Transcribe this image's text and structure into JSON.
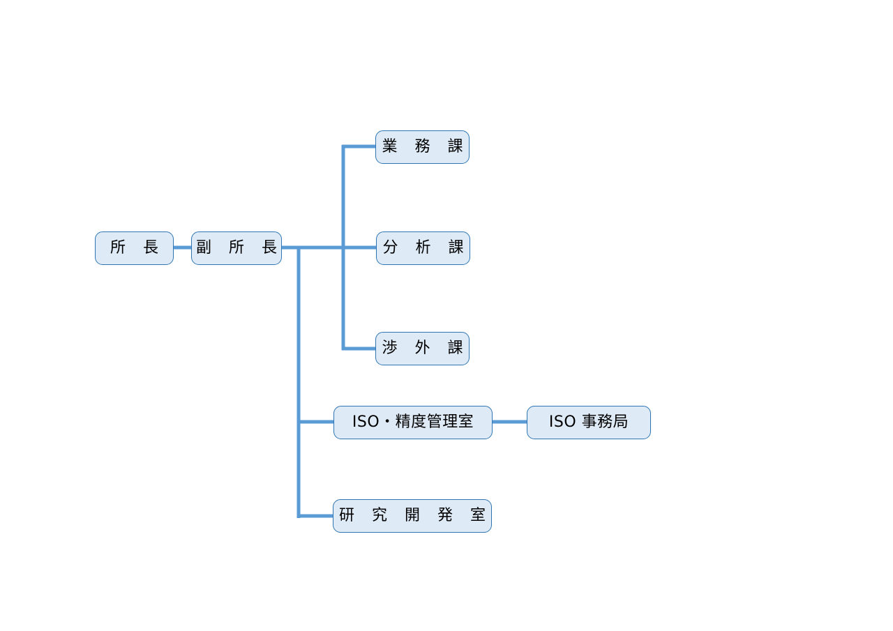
{
  "nodes": {
    "director": "所 長",
    "deputy": "副 所 長",
    "business": "業 務 課",
    "analysis": "分 析 課",
    "liaison": "渉 外 課",
    "iso_quality": "ISO・精度管理室",
    "iso_secretariat": "ISO 事務局",
    "rnd": "研 究 開 発 室"
  },
  "colors": {
    "connector": "#5b9bd5",
    "box_fill": "#deeaf6",
    "box_border": "#2e75b6"
  }
}
